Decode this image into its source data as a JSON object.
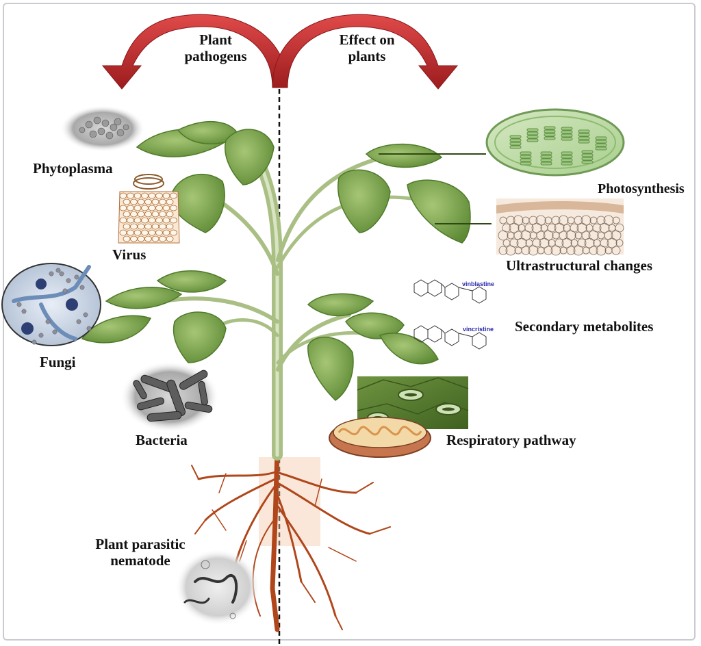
{
  "header": {
    "left_title_line1": "Plant",
    "left_title_line2": "pathogens",
    "right_title_line1": "Effect on",
    "right_title_line2": "plants"
  },
  "pathogens": {
    "phytoplasma": "Phytoplasma",
    "virus": "Virus",
    "fungi": "Fungi",
    "bacteria": "Bacteria",
    "nematode_line1": "Plant parasitic",
    "nematode_line2": "nematode"
  },
  "effects": {
    "photosynthesis": "Photosynthesis",
    "ultrastructural": "Ultrastructural changes",
    "secondary": "Secondary metabolites",
    "respiratory": "Respiratory pathway"
  },
  "molecules": {
    "vinblastine": "vinblastine",
    "vincristine": "vincristine"
  },
  "colors": {
    "arrow_red": "#c0282b",
    "leaf_green": "#7fa24e",
    "stem_green": "#a9bf84",
    "root_brown": "#b0461a",
    "mol_blue": "#2a2aa8"
  }
}
